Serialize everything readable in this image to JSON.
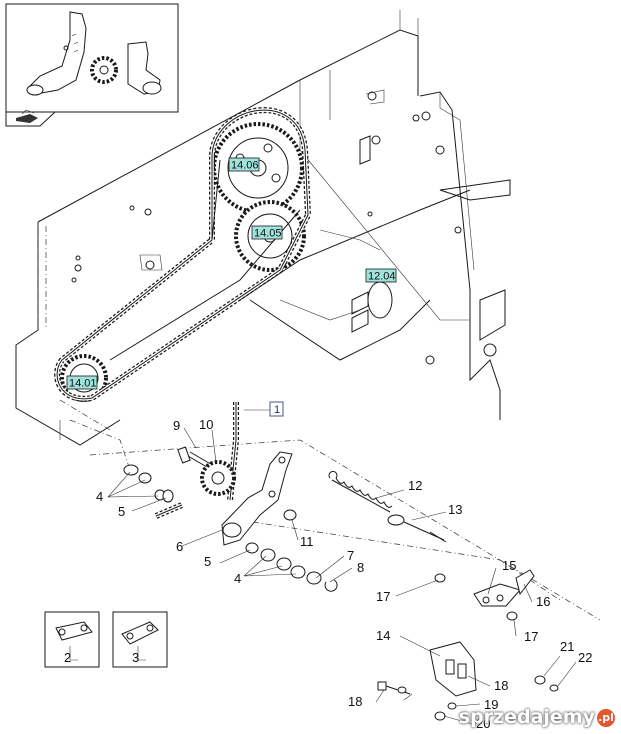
{
  "callouts": {
    "c14_06": "14.06",
    "c14_05": "14.05",
    "c12_04": "12.04",
    "c14_01": "14.01",
    "ref_1": "1"
  },
  "labels": {
    "n9": "9",
    "n10": "10",
    "n4a": "4",
    "n5a": "5",
    "n6": "6",
    "n5b": "5",
    "n4b": "4",
    "n11": "11",
    "n7": "7",
    "n8": "8",
    "n12": "12",
    "n13": "13",
    "n15": "15",
    "n16": "16",
    "n17a": "17",
    "n17b": "17",
    "n14": "14",
    "n18a": "18",
    "n18b": "18",
    "n19": "19",
    "n20": "20",
    "n21": "21",
    "n22": "22",
    "n2": "2",
    "n3": "3"
  },
  "watermark": {
    "text": "sprzedajemy",
    "suffix": ".pl"
  },
  "colors": {
    "callout_fill": "#9fe3dc",
    "ref_text": "#1a2a66",
    "watermark_badge": "#e4572e"
  },
  "icons": {
    "navigation": "view-arrow-icon"
  }
}
